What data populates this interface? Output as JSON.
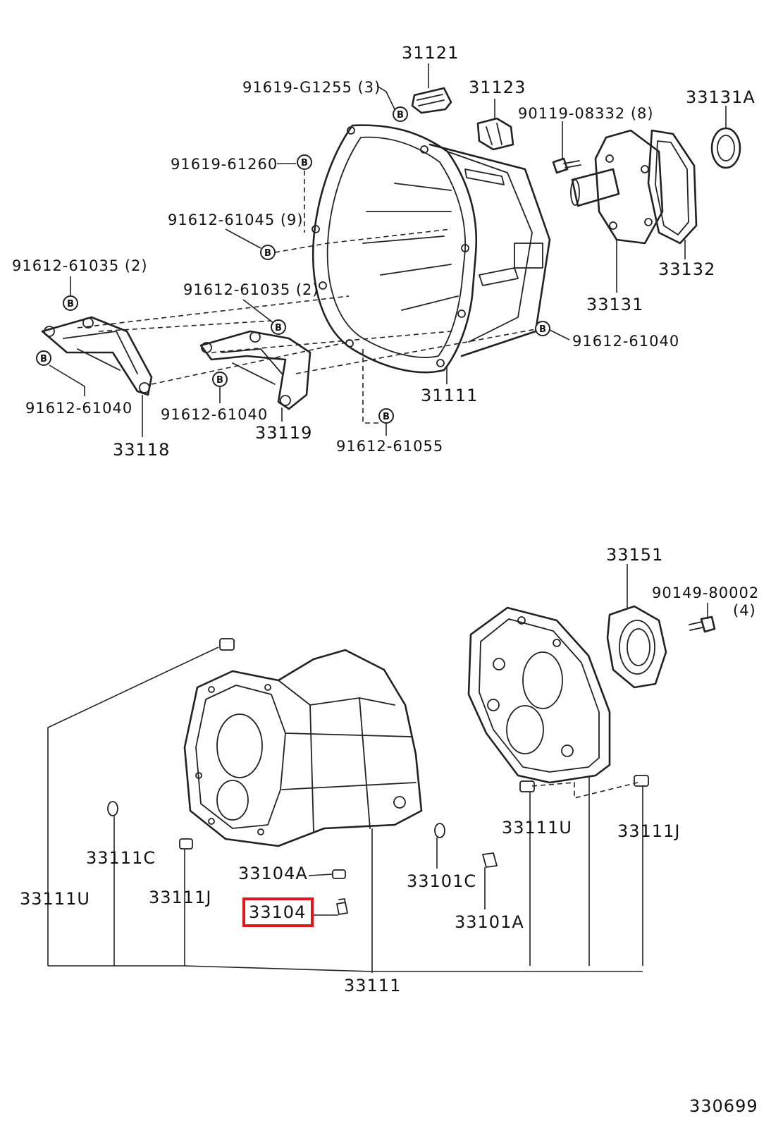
{
  "labels": {
    "l31121": "31121",
    "l91619g1255": "91619-G1255 (3)",
    "l31123": "31123",
    "l90119": "90119-08332 (8)",
    "l33131a": "33131A",
    "l91619_61260": "91619-61260",
    "l91612_61045": "91612-61045 (9)",
    "l91612_61035a": "91612-61035 (2)",
    "l91612_61035b": "91612-61035 (2)",
    "l33132": "33132",
    "l33131": "33131",
    "l91612_61040r": "91612-61040",
    "l91612_61040l": "91612-61040",
    "l91612_61040m": "91612-61040",
    "l31111": "31111",
    "l33118": "33118",
    "l33119": "33119",
    "l91612_61055": "91612-61055",
    "l33151": "33151",
    "l90149": "90149-80002",
    "l90149q": "(4)",
    "l33111u_r": "33111U",
    "l33111j_r": "33111J",
    "l33111c": "33111C",
    "l33104a": "33104A",
    "l33101c": "33101C",
    "l33111u_l": "33111U",
    "l33111j_l": "33111J",
    "l33104": "33104",
    "l33101a": "33101A",
    "l33111": "33111",
    "l330699": "330699"
  },
  "bolt_symbol": "B",
  "highlight": {
    "part": "33104",
    "color": "#e0161b"
  }
}
